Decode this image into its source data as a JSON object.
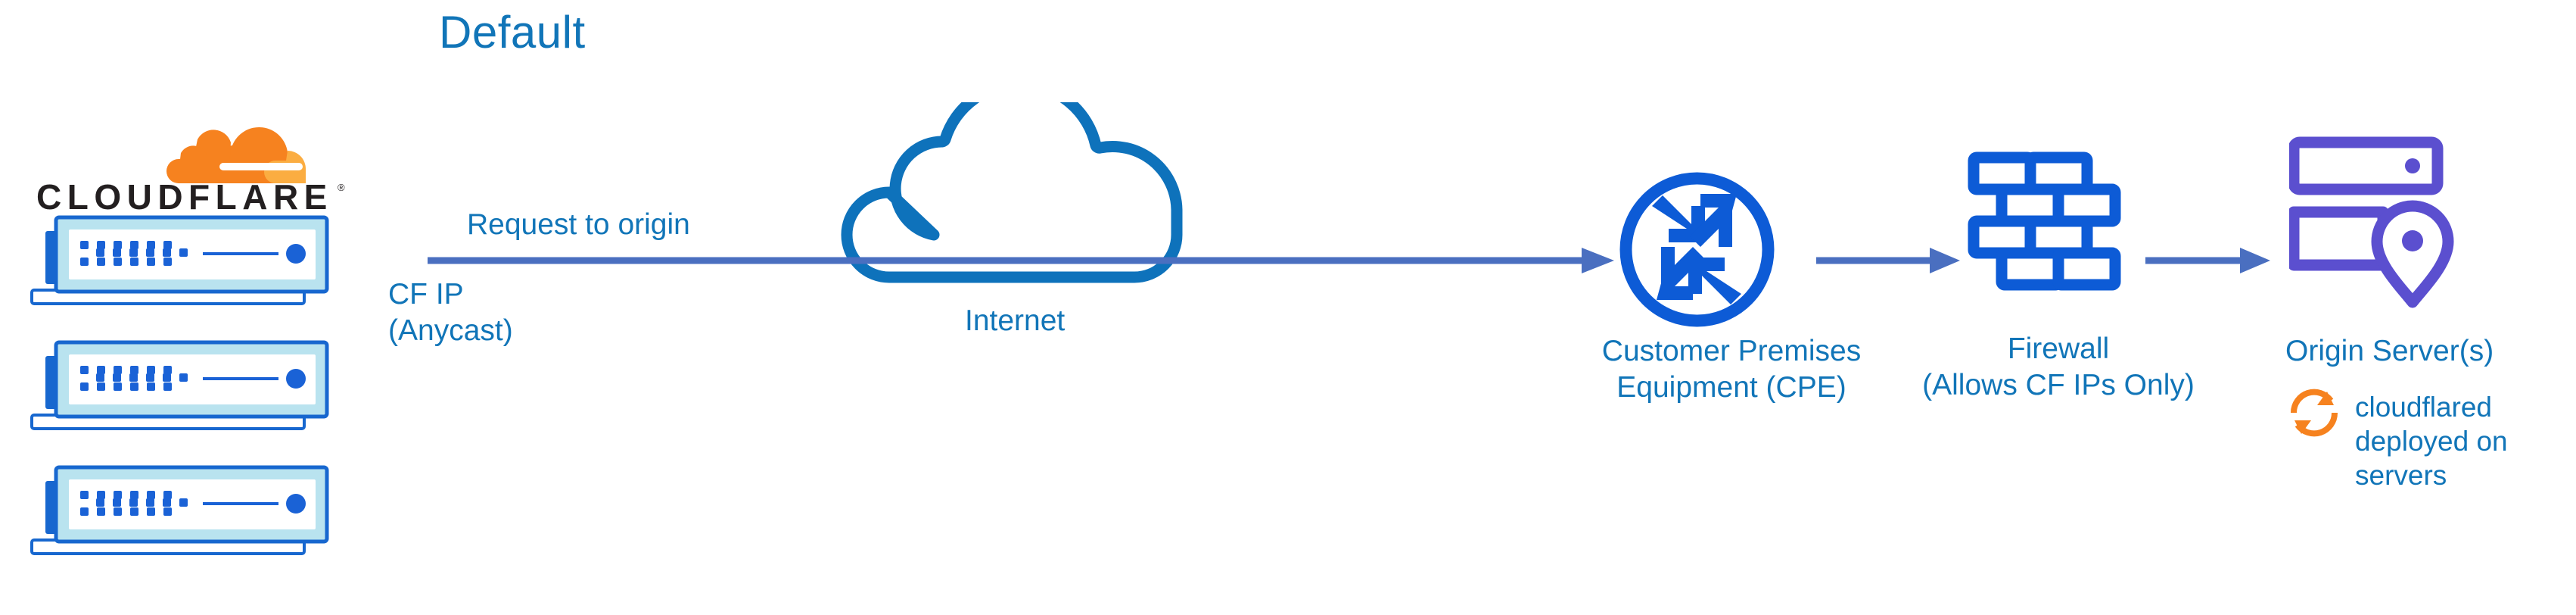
{
  "diagram": {
    "title": "Default",
    "type": "network-architecture-flow",
    "background": "#ffffff"
  },
  "colors": {
    "title_blue": "#1175b8",
    "label_blue": "#1175b8",
    "icon_blue": "#0d5bd6",
    "cloud_outline_blue": "#0e72bb",
    "flow_line_blue": "#4a6fc0",
    "origin_purple": "#5b4fcf",
    "cloudflare_orange": "#f6821f",
    "cloudflare_orange_light": "#fbad41",
    "wordmark_black": "#231f20",
    "server_body": "#b9e3ef",
    "server_border": "#1767cf",
    "server_tab": "#1767cf",
    "server_dot": "#1a62d6"
  },
  "brand": {
    "name": "CLOUDFLARE",
    "registered_mark": "®"
  },
  "nodes": [
    {
      "id": "cloudflare-edge",
      "icon": "cloudflare-logo",
      "label": "",
      "count": 3
    },
    {
      "id": "internet",
      "icon": "cloud-outline",
      "label": "Internet"
    },
    {
      "id": "cpe",
      "icon": "router-icon",
      "label": "Customer Premises\nEquipment (CPE)"
    },
    {
      "id": "firewall",
      "icon": "brick-wall-icon",
      "label": "Firewall\n(Allows CF IPs Only)"
    },
    {
      "id": "origin",
      "icon": "server-rack-pin-icon",
      "label": "Origin Server(s)"
    }
  ],
  "labels": {
    "request_to_origin": "Request to origin",
    "cf_ip": "CF IP\n(Anycast)",
    "internet": "Internet",
    "cpe": "Customer Premises\nEquipment (CPE)",
    "firewall": "Firewall\n(Allows CF IPs Only)",
    "origin_server": "Origin Server(s)",
    "cloudflared": "cloudflared\ndeployed on\nservers"
  },
  "flow": {
    "segments": [
      {
        "from": "cloudflare-edge",
        "to": "cpe",
        "through": "internet",
        "arrow": true
      },
      {
        "from": "cpe",
        "to": "firewall",
        "arrow": true
      },
      {
        "from": "firewall",
        "to": "origin",
        "arrow": true
      }
    ]
  }
}
